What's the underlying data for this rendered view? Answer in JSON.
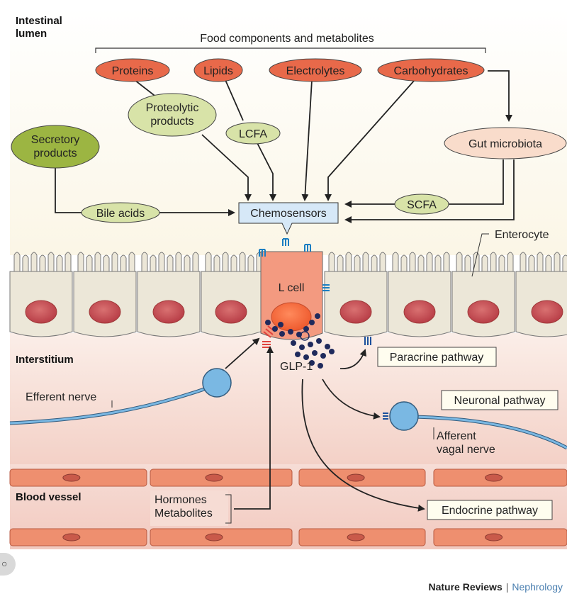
{
  "regions": {
    "lumen": "Intestinal\nlumen",
    "interstitium": "Interstitium",
    "blood_vessel": "Blood vessel"
  },
  "bracket_label": "Food components and metabolites",
  "food": {
    "proteins": "Proteins",
    "lipids": "Lipids",
    "electrolytes": "Electrolytes",
    "carbohydrates": "Carbohydrates"
  },
  "metabolites": {
    "proteolytic": "Proteolytic\nproducts",
    "lcfa": "LCFA",
    "secretory": "Secretory\nproducts",
    "gut_microbiota": "Gut microbiota",
    "bile_acids": "Bile acids",
    "scfa": "SCFA"
  },
  "chemosensors": "Chemosensors",
  "cells": {
    "enterocyte": "Enterocyte",
    "l_cell": "L cell",
    "glp1": "GLP-1"
  },
  "nerves": {
    "efferent": "Efferent nerve",
    "afferent": "Afferent\nvagal nerve"
  },
  "pathways": {
    "paracrine": "Paracrine pathway",
    "neuronal": "Neuronal pathway",
    "endocrine": "Endocrine pathway"
  },
  "hormones": "Hormones\nMetabolites",
  "credit": {
    "journal": "Nature Reviews",
    "separator": "|",
    "section": "Nephrology"
  },
  "colors": {
    "red_oval": "#e8694a",
    "green_oval": "#d8e3a8",
    "dark_green_oval": "#9cb542",
    "pink_oval": "#f9dccb",
    "chemosensor_box": "#d6e8f7",
    "nerve": "#7ab8e3",
    "vessel": "#ee8f6f",
    "glp1_dot": "#1f2a5c",
    "credit_blue": "#4a7fb0"
  }
}
